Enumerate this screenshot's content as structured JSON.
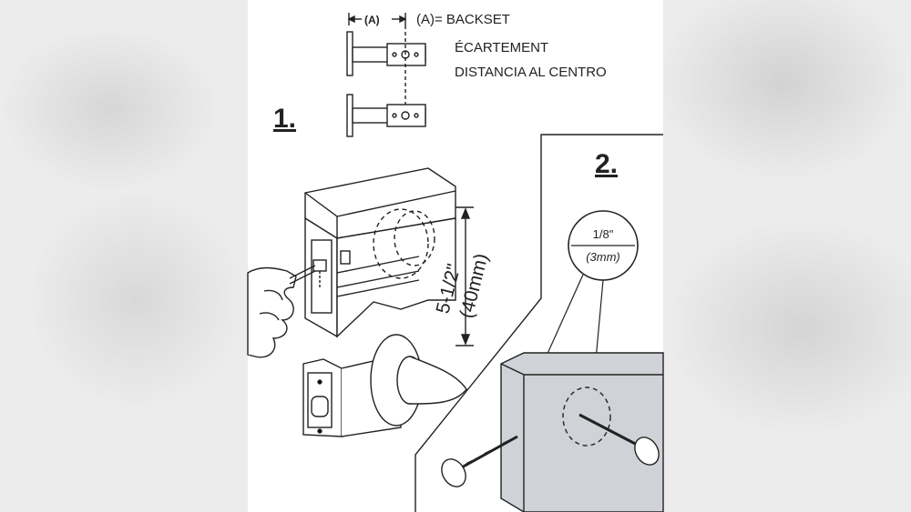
{
  "legend": {
    "dim_marker": "(A)",
    "key": "(A)= BACKSET",
    "line_fr": "ÉCARTEMENT",
    "line_es": "DISTANCIA AL CENTRO"
  },
  "steps": {
    "step1": "1.",
    "step2": "2."
  },
  "measurements": {
    "height_in": "5-1/2\"",
    "height_mm": "(40mm)",
    "drill_in": "1/8\"",
    "drill_mm": "(3mm)"
  },
  "colors": {
    "line": "#222222",
    "door_fill": "#cfd2d6",
    "panel": "#ffffff"
  }
}
